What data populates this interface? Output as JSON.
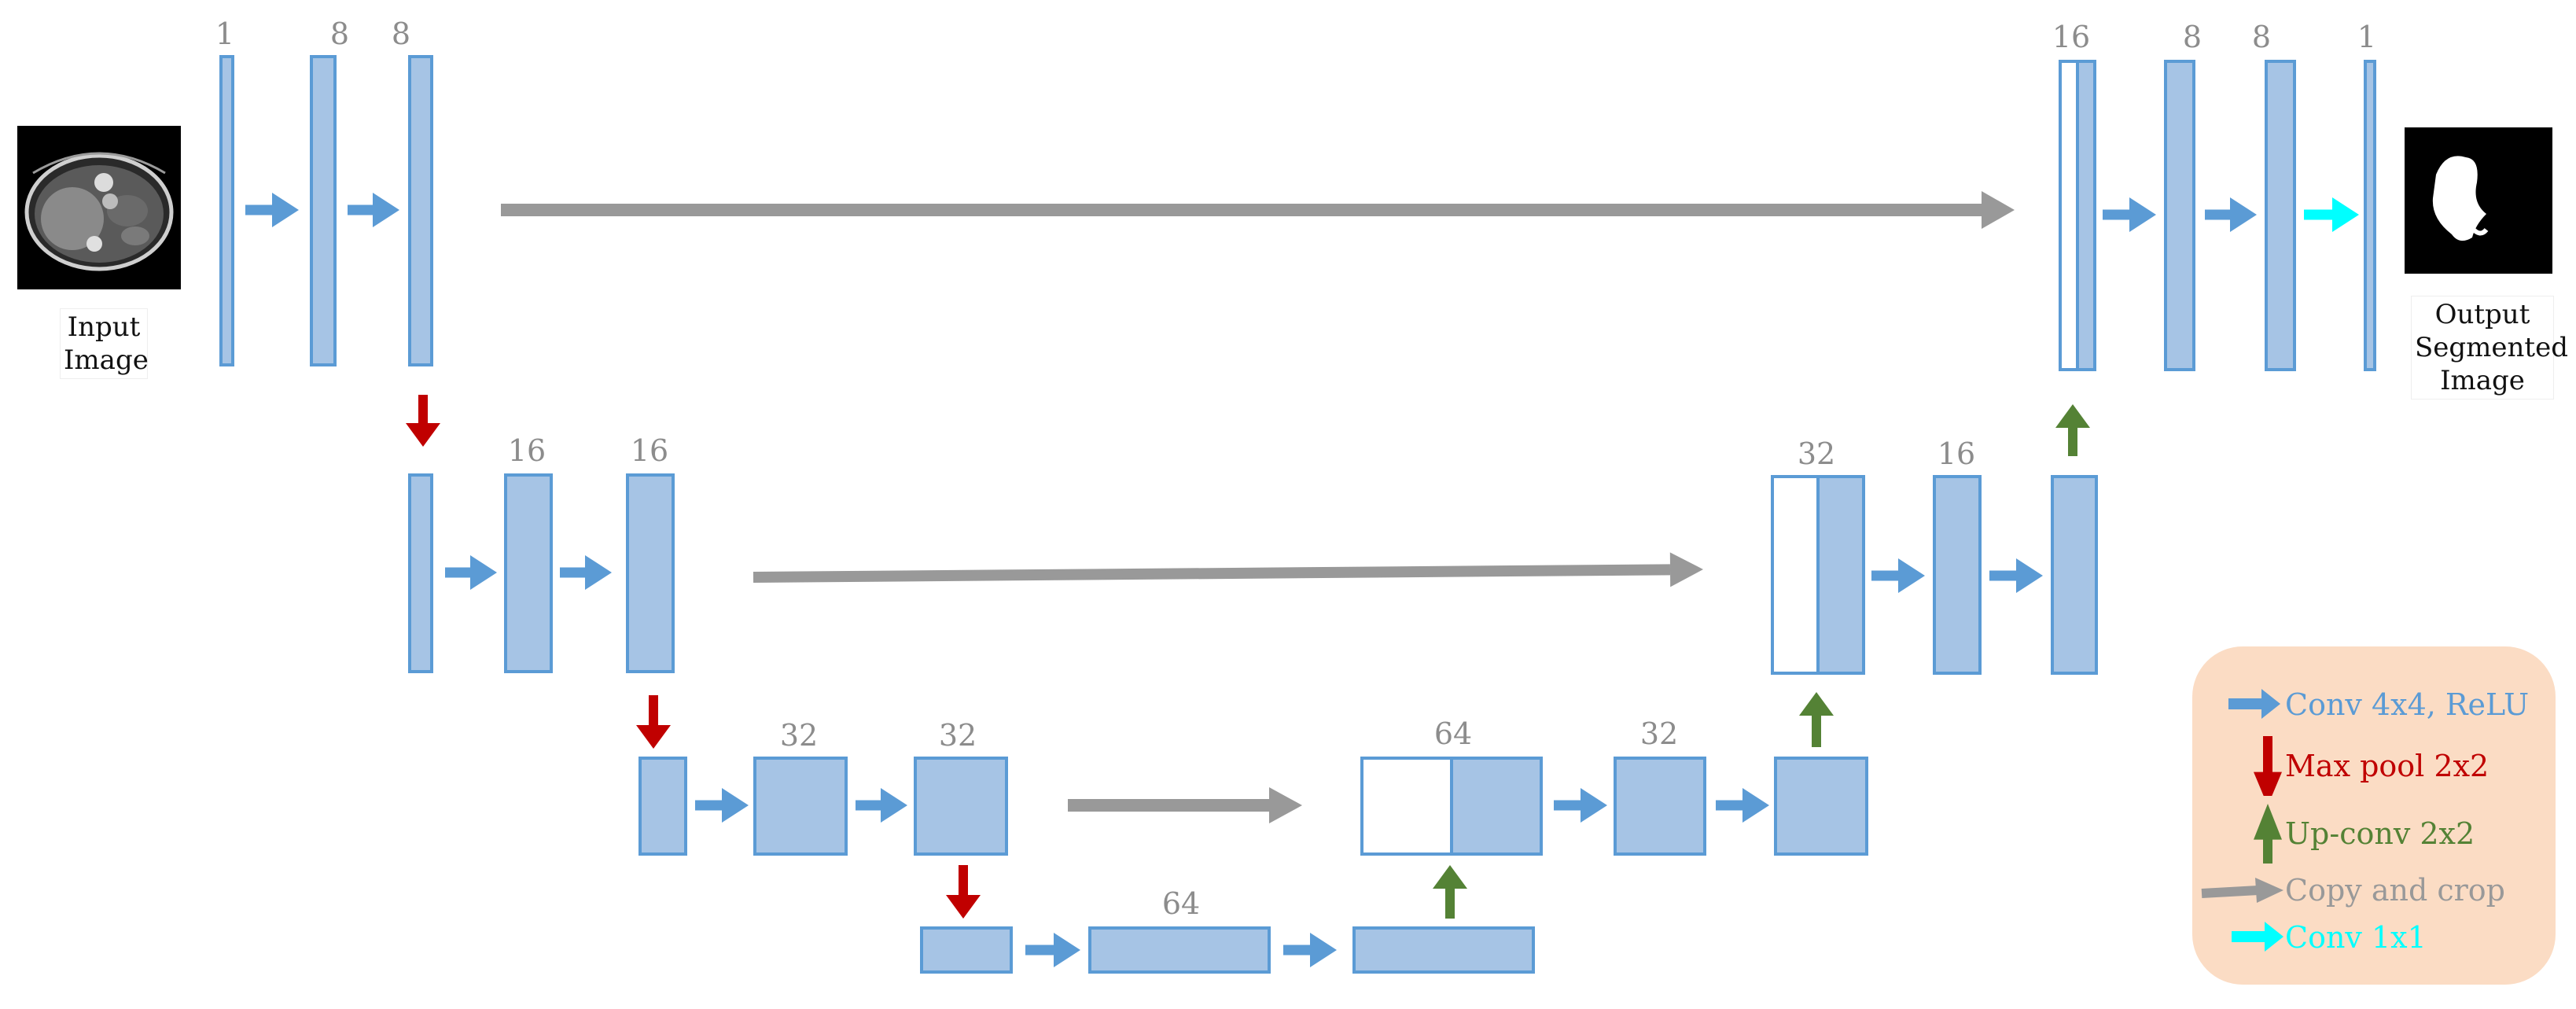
{
  "input_caption": [
    "Input",
    "Image"
  ],
  "output_caption": [
    "Output",
    "Segmented",
    "Image"
  ],
  "channel_labels": {
    "enc1": [
      "1",
      "8",
      "8"
    ],
    "enc2": [
      "16",
      "16"
    ],
    "enc3": [
      "32",
      "32"
    ],
    "bottleneck": [
      "64"
    ],
    "dec3": [
      "64",
      "32"
    ],
    "dec2": [
      "32",
      "16"
    ],
    "dec1": [
      "16",
      "8",
      "8",
      "1"
    ]
  },
  "legend": [
    {
      "label": "Conv 4x4, ReLU",
      "color": "#5b9bd5",
      "icon": "right-arrow-icon"
    },
    {
      "label": "Max pool 2x2",
      "color": "#c00000",
      "icon": "down-arrow-icon"
    },
    {
      "label": "Up-conv 2x2",
      "color": "#548235",
      "icon": "up-arrow-icon"
    },
    {
      "label": "Copy and crop",
      "color": "#999999",
      "icon": "long-right-arrow-icon"
    },
    {
      "label": "Conv 1x1",
      "color": "#00ffff",
      "icon": "right-arrow-icon"
    }
  ],
  "colors": {
    "block_fill": "#a6c4e5",
    "block_stroke": "#5b9bd5",
    "conv": "#5b9bd5",
    "pool": "#c00000",
    "upconv": "#548235",
    "copy": "#999999",
    "conv1x1": "#00ffff",
    "legend_bg": "#fbdcc4"
  }
}
